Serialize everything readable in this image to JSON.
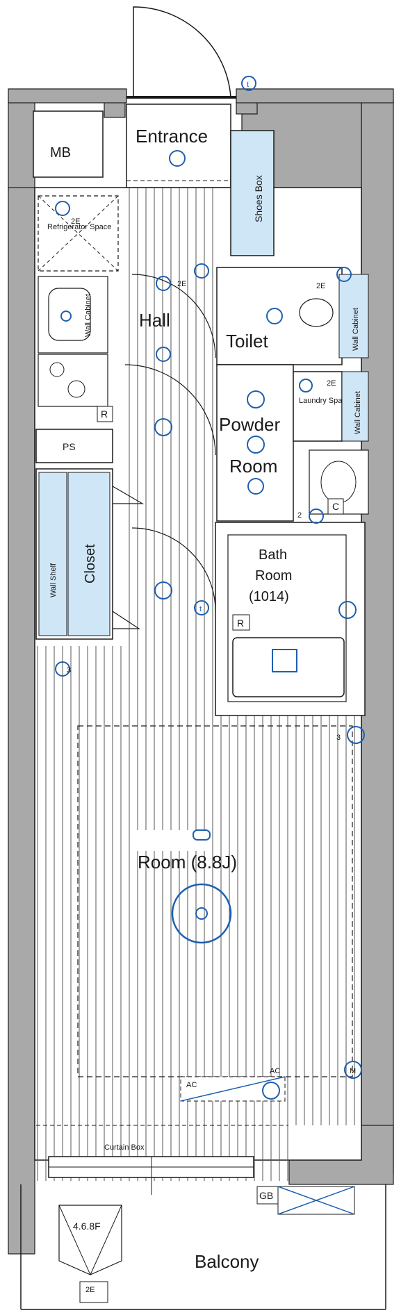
{
  "labels": {
    "mb": "MB",
    "entrance": "Entrance",
    "shoes_box": "Shoes Box",
    "refrigerator_space": "Refrigerator Space",
    "wall_cabinet": "Wall Cabinet",
    "hall": "Hall",
    "toilet": "Toilet",
    "powder": "Powder",
    "powder_room": "Room",
    "laundry_space": "Laundry Space",
    "ps": "PS",
    "wall_shelf": "Wall Shelf",
    "closet": "Closet",
    "bath": "Bath",
    "bath_room": "Room",
    "bath_size": "(1014)",
    "room": "Room (8.8J)",
    "curtain_box": "Curtain Box",
    "balcony": "Balcony",
    "floors": "4.6.8F",
    "gb": "GB",
    "ac1": "AC",
    "ac2": "AC"
  },
  "markers": {
    "t1": "t",
    "t2": "t",
    "r1": "R",
    "r2": "R",
    "c1": "C",
    "m": "M",
    "e2": "2E",
    "e2b": "2E",
    "e2c": "2E",
    "e2d": "2E",
    "e2e": "2E",
    "two": "2",
    "three1": "3",
    "three2": "3"
  },
  "colors": {
    "wall": "#a9a9a9",
    "line": "#1a1a1a",
    "floor_lines": "#333333",
    "cabinet": "#cfe6f7",
    "fixture": "#1d5fb0"
  }
}
